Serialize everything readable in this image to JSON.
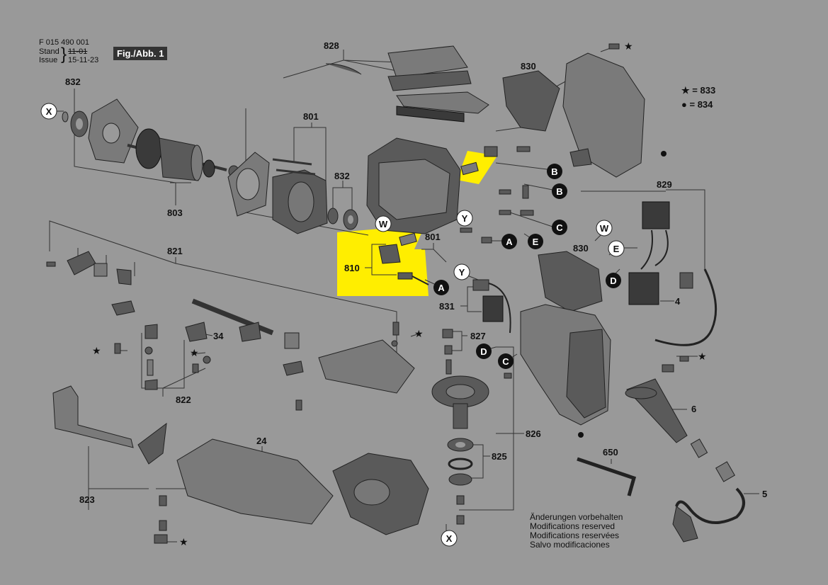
{
  "header": {
    "doc_number": "F 015 490 001",
    "stand_label": "Stand",
    "stand_value": "11-01",
    "issue_label": "Issue",
    "issue_value": "15-11-23",
    "figure": "Fig./Abb. 1"
  },
  "legend": {
    "star_value": "= 833",
    "dot_value": "= 834"
  },
  "part_labels": {
    "p828": "828",
    "p830a": "830",
    "p832a": "832",
    "p801a": "801",
    "p832b": "832",
    "p803": "803",
    "p829": "829",
    "p821": "821",
    "p801b": "801",
    "p810": "810",
    "p830b": "830",
    "p831": "831",
    "p4": "4",
    "p34": "34",
    "p827": "827",
    "p822": "822",
    "p826": "826",
    "p6": "6",
    "p24": "24",
    "p650": "650",
    "p825": "825",
    "p823": "823",
    "p5": "5"
  },
  "connectors": {
    "x1": "X",
    "x2": "X",
    "b1": "B",
    "b2": "B",
    "c1": "C",
    "c2": "C",
    "a1": "A",
    "a2": "A",
    "e1": "E",
    "e2": "E",
    "w1": "W",
    "w2": "W",
    "y1": "Y",
    "y2": "Y",
    "d1": "D",
    "d2": "D"
  },
  "notes": [
    "Änderungen vorbehalten",
    "Modifications reserved",
    "Modifications reservées",
    "Salvo modificaciones"
  ],
  "colors": {
    "background": "#999999",
    "highlight": "#ffee00",
    "ink": "#111111"
  }
}
